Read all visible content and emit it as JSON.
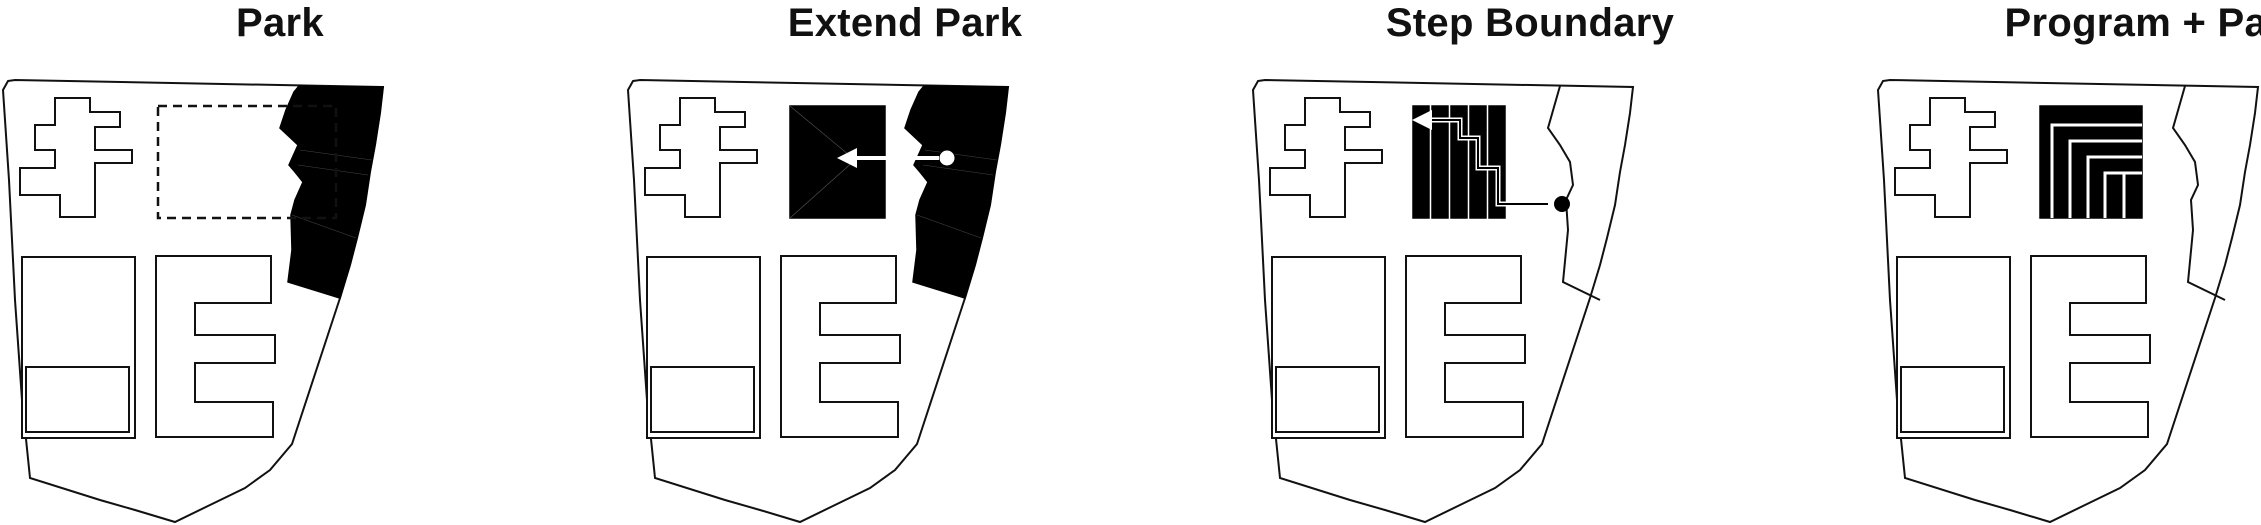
{
  "panels": [
    {
      "title": "Park"
    },
    {
      "title": "Extend Park"
    },
    {
      "title": "Step Boundary"
    },
    {
      "title": "Program + Park"
    }
  ]
}
